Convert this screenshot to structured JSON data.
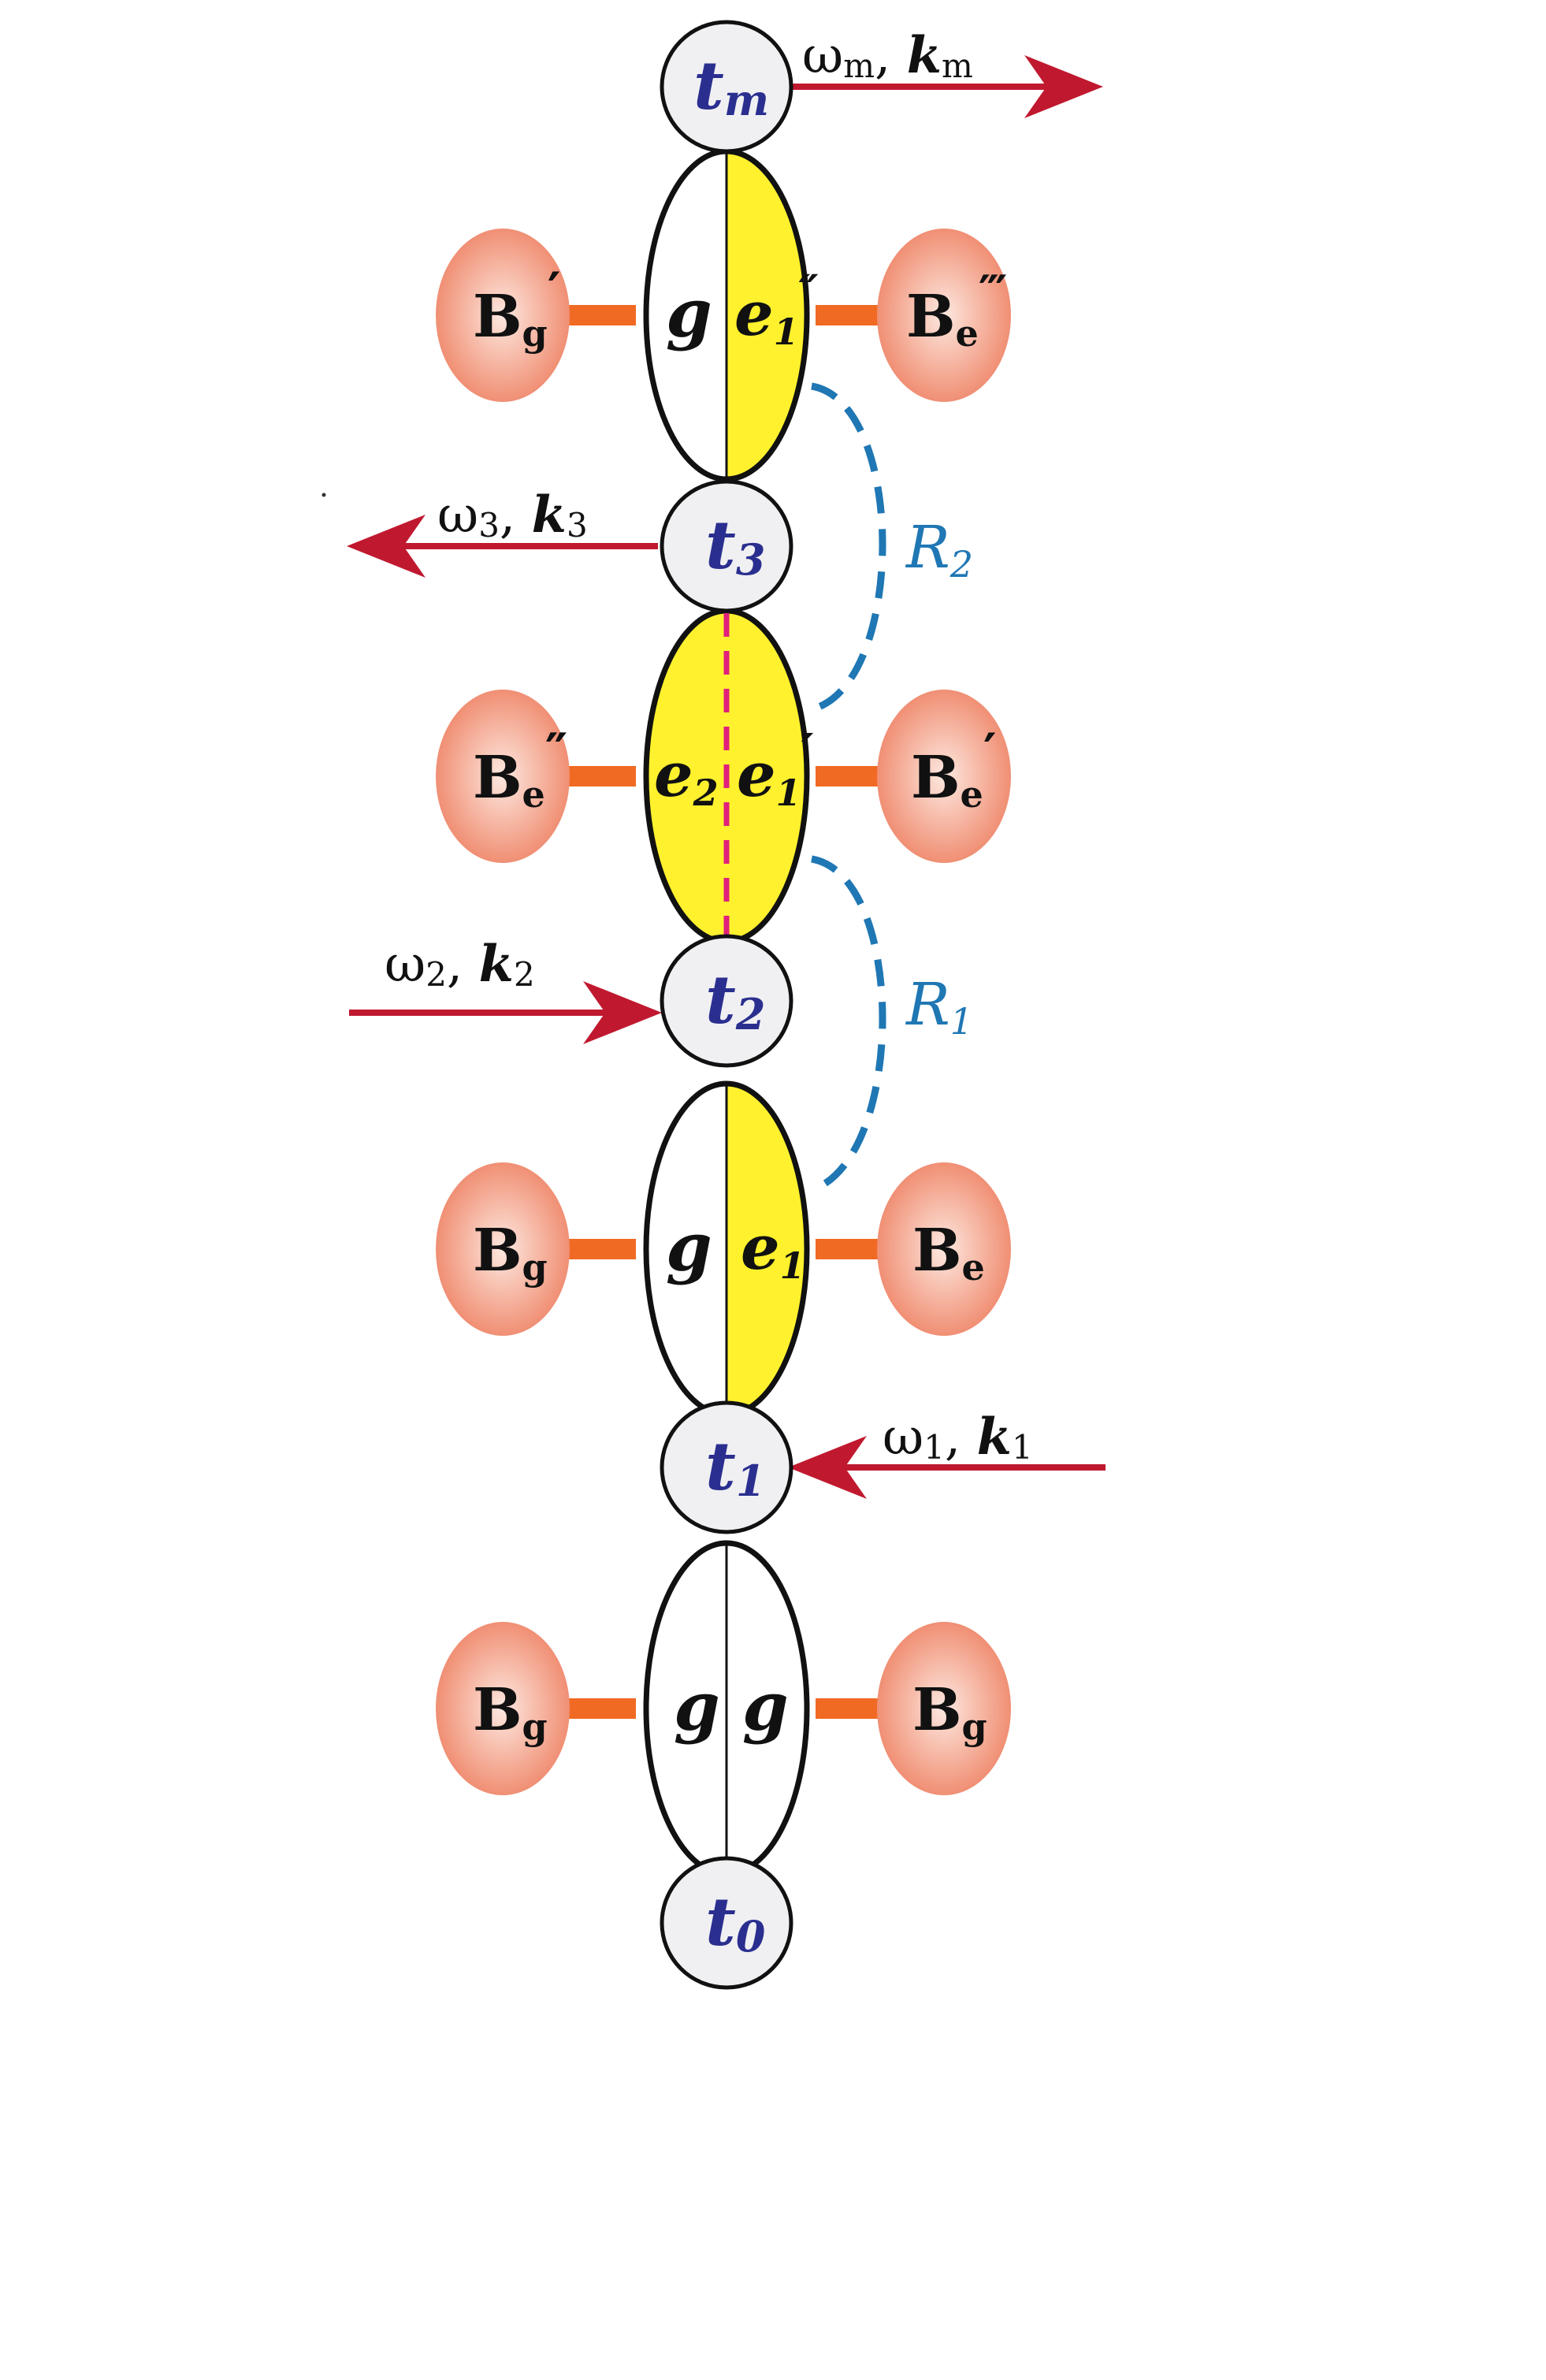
{
  "colors": {
    "arrow": "#c0192f",
    "bath_fill": "#f39a82",
    "bath_center": "#fde8e0",
    "link": "#f06a23",
    "excited": "#fff12e",
    "ground": "#ffffff",
    "time_node": "#f0f0f3",
    "time_text": "#2a2f8f",
    "memory_dash": "#1f77b4",
    "coherence_dash": "#e0207a"
  },
  "time_nodes": {
    "t0": {
      "base": "t",
      "sub": "0"
    },
    "t1": {
      "base": "t",
      "sub": "1"
    },
    "t2": {
      "base": "t",
      "sub": "2"
    },
    "t3": {
      "base": "t",
      "sub": "3"
    },
    "tm": {
      "base": "t",
      "sub": "m"
    }
  },
  "beams": {
    "k1": {
      "omega": "ω",
      "omega_sub": "1",
      "k": "k",
      "k_sub": "1",
      "direction": "incoming-from-right"
    },
    "k2": {
      "omega": "ω",
      "omega_sub": "2",
      "k": "k",
      "k_sub": "2",
      "direction": "incoming-from-left"
    },
    "k3": {
      "omega": "ω",
      "omega_sub": "3",
      "k": "k",
      "k_sub": "3",
      "direction": "outgoing-to-left"
    },
    "km": {
      "omega": "ω",
      "omega_sub": "m",
      "k": "k",
      "k_sub": "m",
      "direction": "outgoing-to-right"
    }
  },
  "levels": [
    {
      "left": {
        "base": "g",
        "sub": "",
        "prime": ""
      },
      "right": {
        "base": "g",
        "sub": "",
        "prime": ""
      },
      "bath_left": {
        "base": "B",
        "sub": "g",
        "prime": ""
      },
      "bath_right": {
        "base": "B",
        "sub": "g",
        "prime": ""
      }
    },
    {
      "left": {
        "base": "g",
        "sub": "",
        "prime": ""
      },
      "right": {
        "base": "e",
        "sub": "1",
        "prime": ""
      },
      "bath_left": {
        "base": "B",
        "sub": "g",
        "prime": ""
      },
      "bath_right": {
        "base": "B",
        "sub": "e",
        "prime": ""
      }
    },
    {
      "left": {
        "base": "e",
        "sub": "2",
        "prime": ""
      },
      "right": {
        "base": "e",
        "sub": "1",
        "prime": "′"
      },
      "bath_left": {
        "base": "B",
        "sub": "e",
        "prime": "″"
      },
      "bath_right": {
        "base": "B",
        "sub": "e",
        "prime": "′"
      }
    },
    {
      "left": {
        "base": "g",
        "sub": "",
        "prime": ""
      },
      "right": {
        "base": "e",
        "sub": "1",
        "prime": "″"
      },
      "bath_left": {
        "base": "B",
        "sub": "g",
        "prime": "′"
      },
      "bath_right": {
        "base": "B",
        "sub": "e",
        "prime": "‴"
      }
    }
  ],
  "memory": {
    "R1": {
      "base": "R",
      "sub": "1"
    },
    "R2": {
      "base": "R",
      "sub": "2"
    }
  }
}
